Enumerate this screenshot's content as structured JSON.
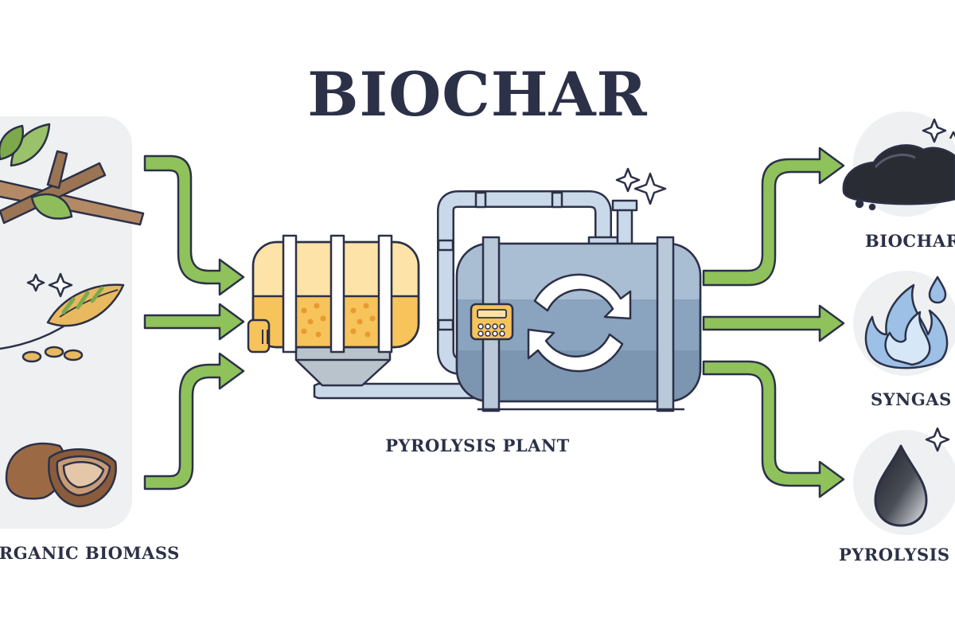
{
  "title": "BIOCHAR",
  "input": {
    "label": "ORGANIC BIOMASS",
    "items": [
      "wood-branches-icon",
      "wheat-grain-icon",
      "coconut-icon"
    ]
  },
  "process": {
    "label": "PYROLYSIS PLANT"
  },
  "outputs": [
    {
      "label": "BIOCHAR",
      "icon": "charcoal-pile-icon"
    },
    {
      "label": "SYNGAS",
      "icon": "gas-flame-icon"
    },
    {
      "label": "PYROLYSIS OIL",
      "icon": "oil-drop-icon"
    }
  ],
  "colors": {
    "outline": "#2c3148",
    "arrow": "#8fc25b",
    "tank": "#8aa3bf",
    "pipe": "#c9d9ea",
    "container": "#f7c35b",
    "panel": "#eef0f1"
  }
}
